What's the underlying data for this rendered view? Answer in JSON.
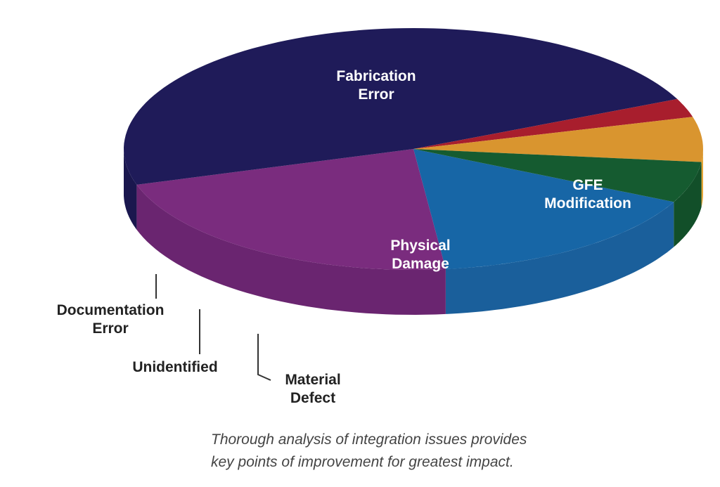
{
  "chart_data": {
    "type": "pie",
    "title": "",
    "slices": [
      {
        "label": "Physical Damage",
        "label_lines": [
          "Physical",
          "Damage"
        ],
        "value": 16,
        "color": "#1766a6",
        "side_color": "#1a5f9b"
      },
      {
        "label": "GFE Modification",
        "label_lines": [
          "GFE",
          "Modification"
        ],
        "value": 22,
        "color": "#7a2c7e",
        "side_color": "#6a2570"
      },
      {
        "label": "Fabrication Error",
        "label_lines": [
          "Fabrication",
          "Error"
        ],
        "value": 48,
        "color": "#1f1b59",
        "side_color": "#1a174e"
      },
      {
        "label": "Documentation Error",
        "label_lines": [
          "Documentation",
          "Error"
        ],
        "value": 2.5,
        "color": "#a81e2d",
        "side_color": "#9a1b29"
      },
      {
        "label": "Unidentified",
        "label_lines": [
          "Unidentified"
        ],
        "value": 6,
        "color": "#d9952f",
        "side_color": "#e5a535"
      },
      {
        "label": "Material Defect",
        "label_lines": [
          "Material",
          "Defect"
        ],
        "value": 5.5,
        "color": "#155b30",
        "side_color": "#124f29"
      }
    ]
  },
  "caption": {
    "line1": "Thorough analysis of integration issues provides",
    "line2": "key points of improvement for greatest impact."
  }
}
